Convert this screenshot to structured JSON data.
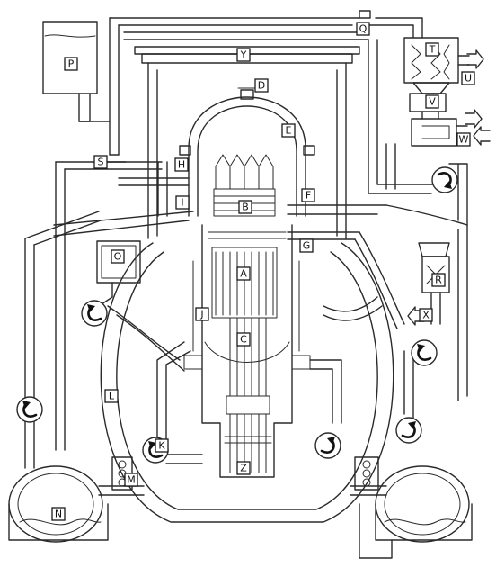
{
  "labels": {
    "A": "A",
    "B": "B",
    "C": "C",
    "D": "D",
    "E": "E",
    "F": "F",
    "G": "G",
    "H": "H",
    "I": "I",
    "J": "J",
    "K": "K",
    "L": "L",
    "M": "M",
    "N": "N",
    "O": "O",
    "P": "P",
    "Q": "Q",
    "R": "R",
    "S": "S",
    "T": "T",
    "U": "U",
    "V": "V",
    "W": "W",
    "X": "X",
    "Y": "Y",
    "Z": "Z"
  },
  "icons": {
    "pump": "curved-arrow-icon",
    "flow": "right-arrow-icon"
  },
  "colors": {
    "line": "#2a2a2a",
    "background": "#ffffff"
  }
}
